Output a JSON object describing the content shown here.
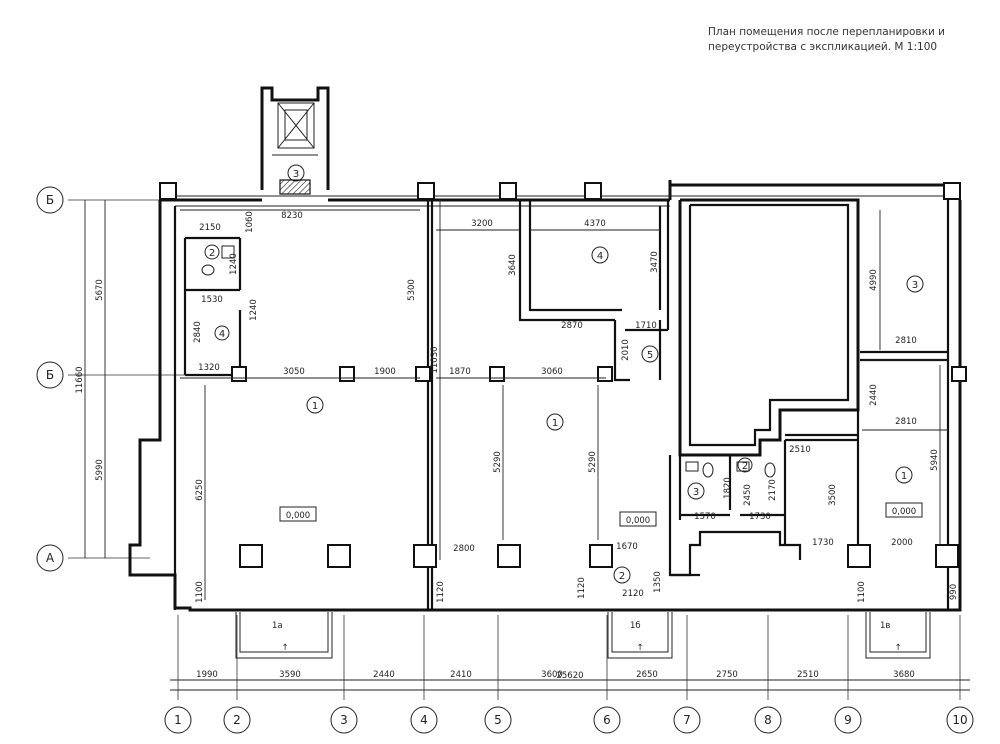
{
  "title": {
    "line1": "План помещения после перепланировки и",
    "line2": "переустройства с экспликацией. М 1:100"
  },
  "axes_bottom": [
    "1",
    "2",
    "3",
    "4",
    "5",
    "6",
    "7",
    "8",
    "9",
    "10"
  ],
  "axes_left": [
    "Б",
    "Б",
    "А"
  ],
  "overall_dim": "25620",
  "bottom_dims": [
    "1990",
    "3590",
    "2440",
    "2410",
    "3600",
    "2650",
    "2750",
    "2510",
    "3680"
  ],
  "left_dims": {
    "total": "11660",
    "upper": "5670",
    "lower": "5990"
  },
  "top_dims": {
    "left_span": "8230",
    "mid_span": "3200",
    "right_span": "4370"
  },
  "inner_dims": {
    "d2150": "2150",
    "d1060": "1060",
    "d1530": "1530",
    "d1240": "1240",
    "d1240b": "1240",
    "d2840": "2840",
    "d1320": "1320",
    "d3050": "3050",
    "d1900": "1900",
    "d5300": "5300",
    "d6250": "6250",
    "d1100a": "1100",
    "d11030": "11030",
    "d1870": "1870",
    "d3060": "3060",
    "d3640": "3640",
    "d3470": "3470",
    "d2870": "2870",
    "d1710": "1710",
    "d2010": "2010",
    "d5290a": "5290",
    "d5290b": "5290",
    "d2800": "2800",
    "d1120a": "1120",
    "d1120b": "1120",
    "d1670": "1670",
    "d2120": "2120",
    "d1350": "1350",
    "d1570": "1570",
    "d1820": "1820",
    "d2450": "2450",
    "d2170": "2170",
    "d1730a": "1730",
    "d2510": "2510",
    "d3500": "3500",
    "d1730b": "1730",
    "d2000": "2000",
    "d1100b": "1100",
    "d990": "990",
    "d4990": "4990",
    "d2810a": "2810",
    "d2440": "2440",
    "d2810b": "2810",
    "d5940": "5940"
  },
  "rooms": {
    "r1a": "1",
    "r1b": "1",
    "r1c": "1",
    "r2a": "2",
    "r2b": "2",
    "r2c": "2",
    "r3a": "3",
    "r3b": "3",
    "r3c": "3",
    "r4a": "4",
    "r4b": "4",
    "r5": "5"
  },
  "levels": [
    "0,000",
    "0,000",
    "0,000"
  ],
  "entrances": [
    "1a",
    "1б",
    "1в"
  ]
}
